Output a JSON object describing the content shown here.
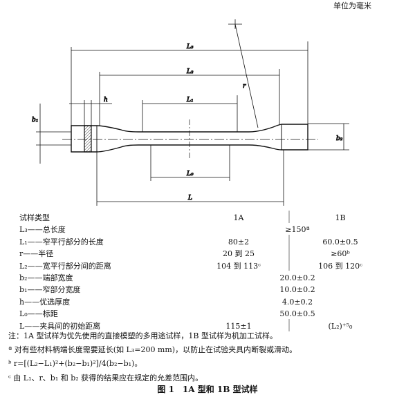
{
  "unit_note": "单位为毫米",
  "drawing": {
    "labels": {
      "L3": "L₃",
      "L2": "L₂",
      "L1": "L₁",
      "L0": "L₀",
      "L": "L",
      "h": "h",
      "r": "r",
      "b1": "b₁",
      "b2": "b₂"
    }
  },
  "table": {
    "header": {
      "label": "试样类型",
      "col_1a": "1A",
      "col_1b": "1B"
    },
    "rows": [
      {
        "label": "L₃——总长度",
        "common": "≥150ª"
      },
      {
        "label": "L₁——窄平行部分的长度",
        "v1a": "80±2",
        "v1b": "60.0±0.5"
      },
      {
        "label": "r——半径",
        "v1a": "20 到 25",
        "v1b": "≥60ᵇ"
      },
      {
        "label": "L₂——宽平行部分间的距离",
        "v1a": "104 到 113ᶜ",
        "v1b": "106 到 120ᶜ"
      },
      {
        "label": "b₂——端部宽度",
        "common": "20.0±0.2"
      },
      {
        "label": "b₁——窄部分宽度",
        "common": "10.0±0.2"
      },
      {
        "label": "h——优选厚度",
        "common": "4.0±0.2"
      },
      {
        "label": "L₀——标距",
        "common": "50.0±0.5"
      },
      {
        "label": "L——夹具间的初始距离",
        "v1a": "115±1",
        "v1b": "(L₂)⁺⁵₀"
      }
    ]
  },
  "notes": [
    "注：1A 型试样为优先使用的直接模塑的多用途试样，1B 型试样为机加工试样。",
    "ª 对有些材料柄端长度需要延长(如 L₃=200 mm)，以防止在试验夹具内断裂或滑动。",
    "ᵇ r=[(L₂−L₁)²+(b₂−b₁)²]/4(b₂−b₁)。",
    "ᶜ 由 L₁、r、b₁ 和 b₂ 获得的结果应在规定的允差范围内。"
  ],
  "caption": "图 1　1A 型和 1B 型试样"
}
